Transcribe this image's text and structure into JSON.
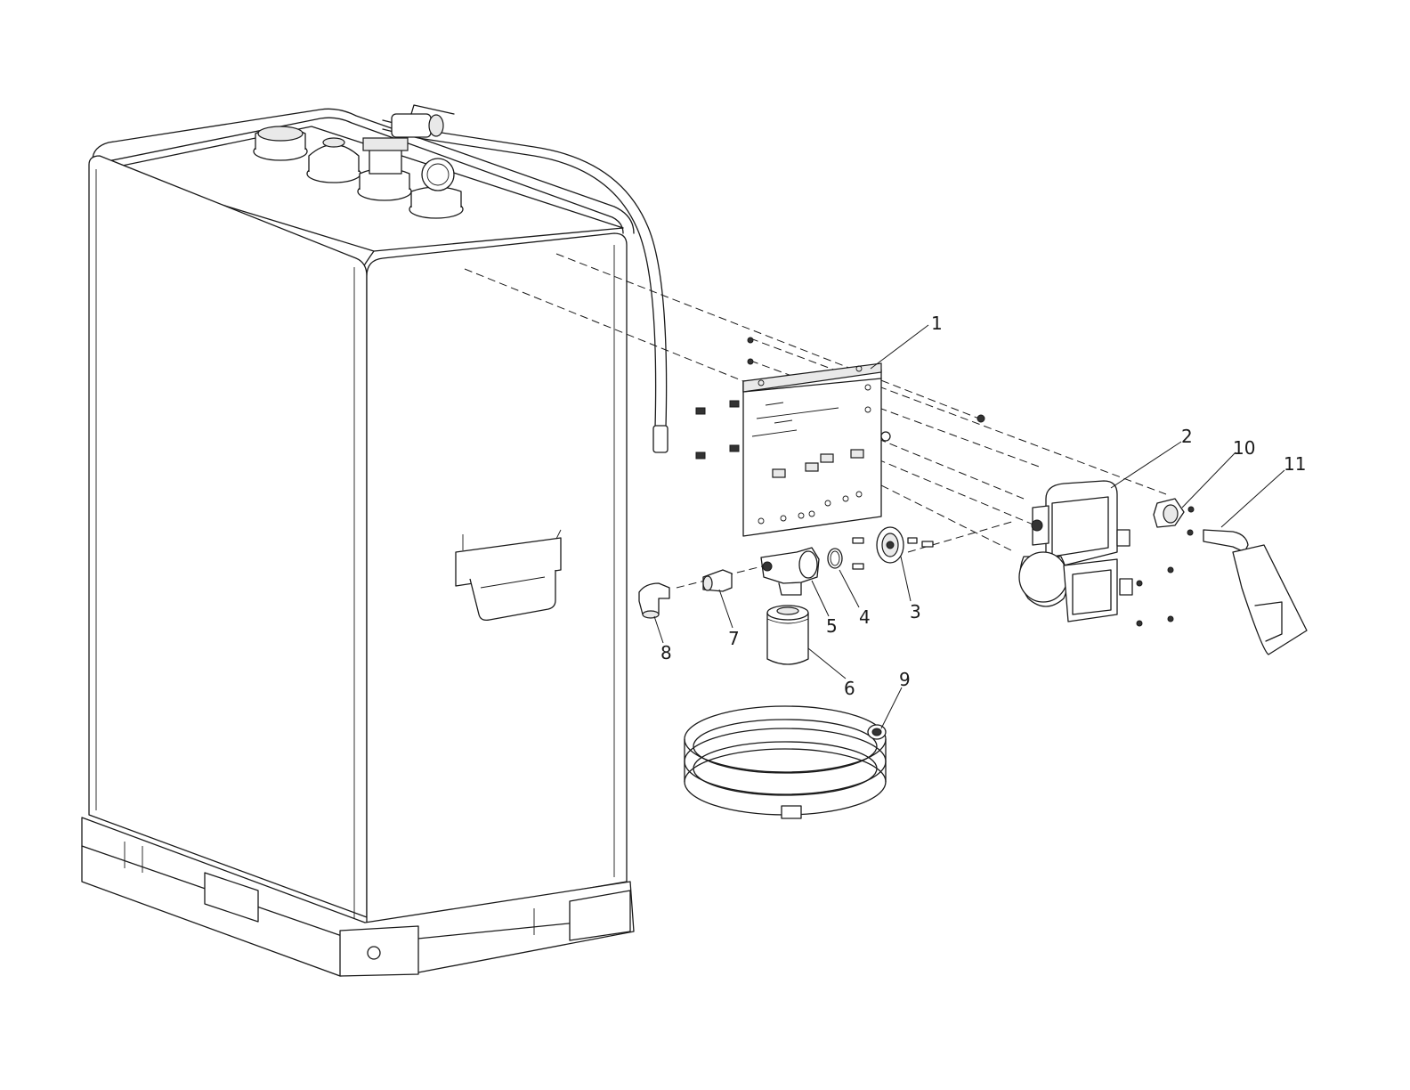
{
  "diagram": {
    "callouts": [
      {
        "id": "c1",
        "text": "1"
      },
      {
        "id": "c2",
        "text": "2"
      },
      {
        "id": "c3",
        "text": "3"
      },
      {
        "id": "c4",
        "text": "4"
      },
      {
        "id": "c5",
        "text": "5"
      },
      {
        "id": "c6",
        "text": "6"
      },
      {
        "id": "c7",
        "text": "7"
      },
      {
        "id": "c8",
        "text": "8"
      },
      {
        "id": "c9",
        "text": "9"
      },
      {
        "id": "c10",
        "text": "10"
      },
      {
        "id": "c11",
        "text": "11"
      }
    ]
  },
  "colors": {
    "line": "#1a1a1a",
    "background": "#ffffff",
    "shade": "#e9e9e9"
  }
}
